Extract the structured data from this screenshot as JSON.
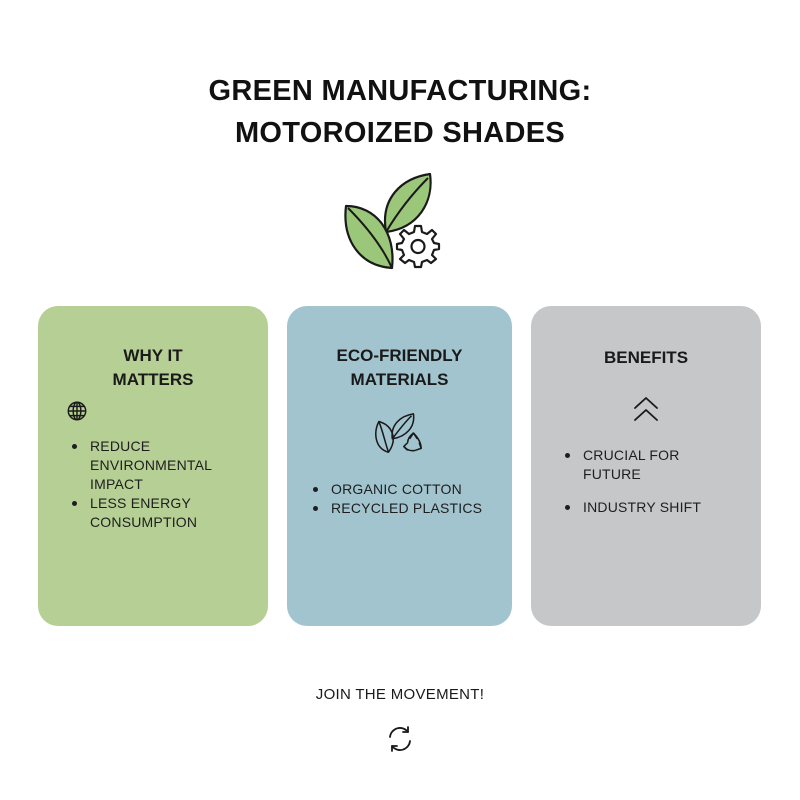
{
  "title": {
    "line1": "GREEN MANUFACTURING:",
    "line2": "MOTOROIZED SHADES"
  },
  "hero": {
    "icon": "leaves-gear-icon"
  },
  "cards": [
    {
      "color": "#b5cf94",
      "title_lines": [
        "WHY IT",
        "MATTERS"
      ],
      "icon": "globe-icon",
      "bullets": [
        [
          "REDUCE",
          "ENVIRONMENTAL",
          "IMPACT"
        ],
        [
          "LESS ENERGY",
          "CONSUMPTION"
        ]
      ]
    },
    {
      "color": "#a2c4cf",
      "title_lines": [
        "ECO-FRIENDLY",
        "MATERIALS"
      ],
      "icon": "leaf-recycle-icon",
      "bullets": [
        [
          "ORGANIC COTTON"
        ],
        [
          "RECYCLED PLASTICS"
        ]
      ]
    },
    {
      "color": "#c6c7c9",
      "title_lines": [
        "BENEFITS"
      ],
      "icon": "double-chevron-up-icon",
      "bullets": [
        [
          "CRUCIAL FOR",
          "FUTURE"
        ],
        [
          "INDUSTRY SHIFT"
        ]
      ]
    }
  ],
  "footer": {
    "text": "JOIN THE MOVEMENT!",
    "icon": "refresh-icon"
  },
  "colors": {
    "leaf_green": "#9bc77a",
    "text_dark": "#1a1a1a"
  }
}
